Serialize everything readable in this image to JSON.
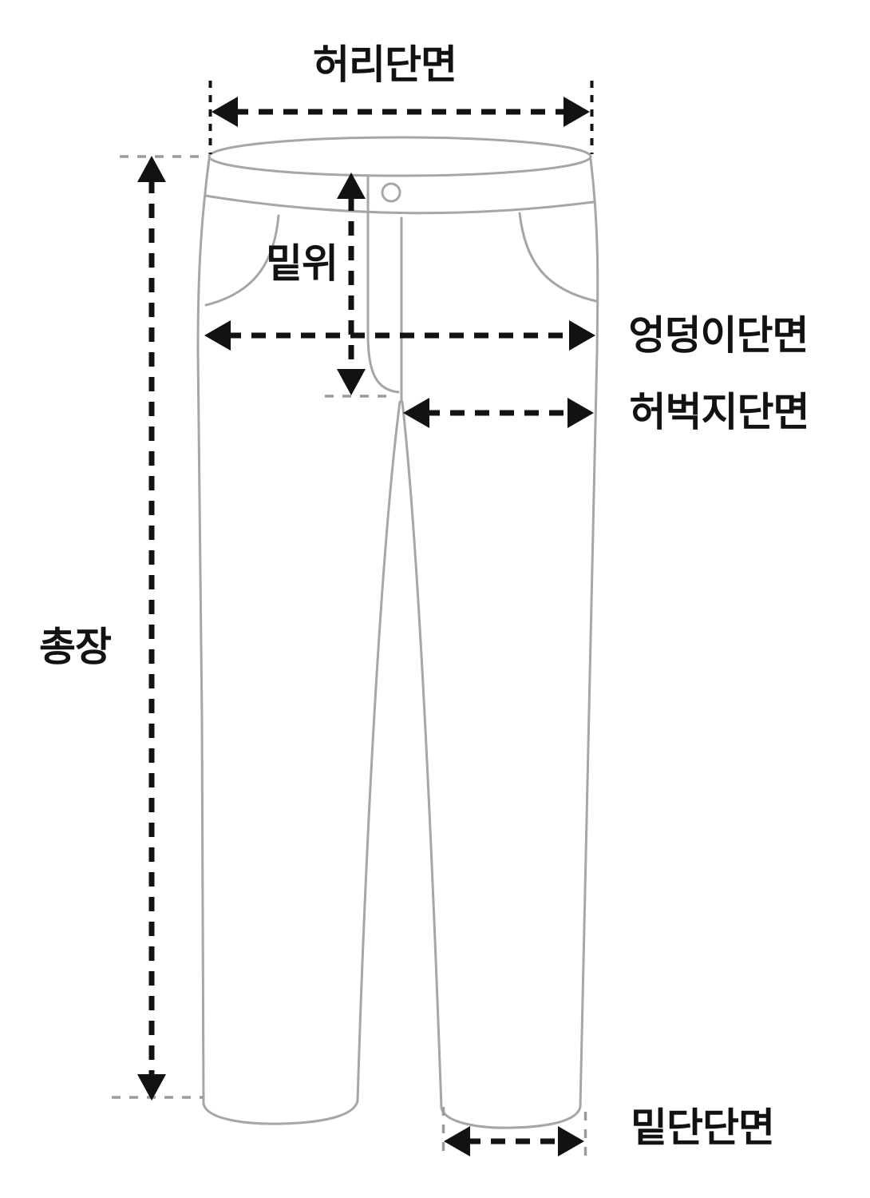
{
  "diagram": {
    "type": "pants-size-measurement-guide",
    "background": "#ffffff"
  },
  "colors": {
    "background": "#ffffff",
    "outline": "#a6a6a6",
    "arrow": "#121212",
    "guide": "#9b9b9b",
    "label": "#121212"
  },
  "labels": {
    "waist": "허리단면",
    "rise": "밑위",
    "hip": "엉덩이단면",
    "thigh": "허벅지단면",
    "total_length": "총장",
    "hem": "밑단단면"
  }
}
